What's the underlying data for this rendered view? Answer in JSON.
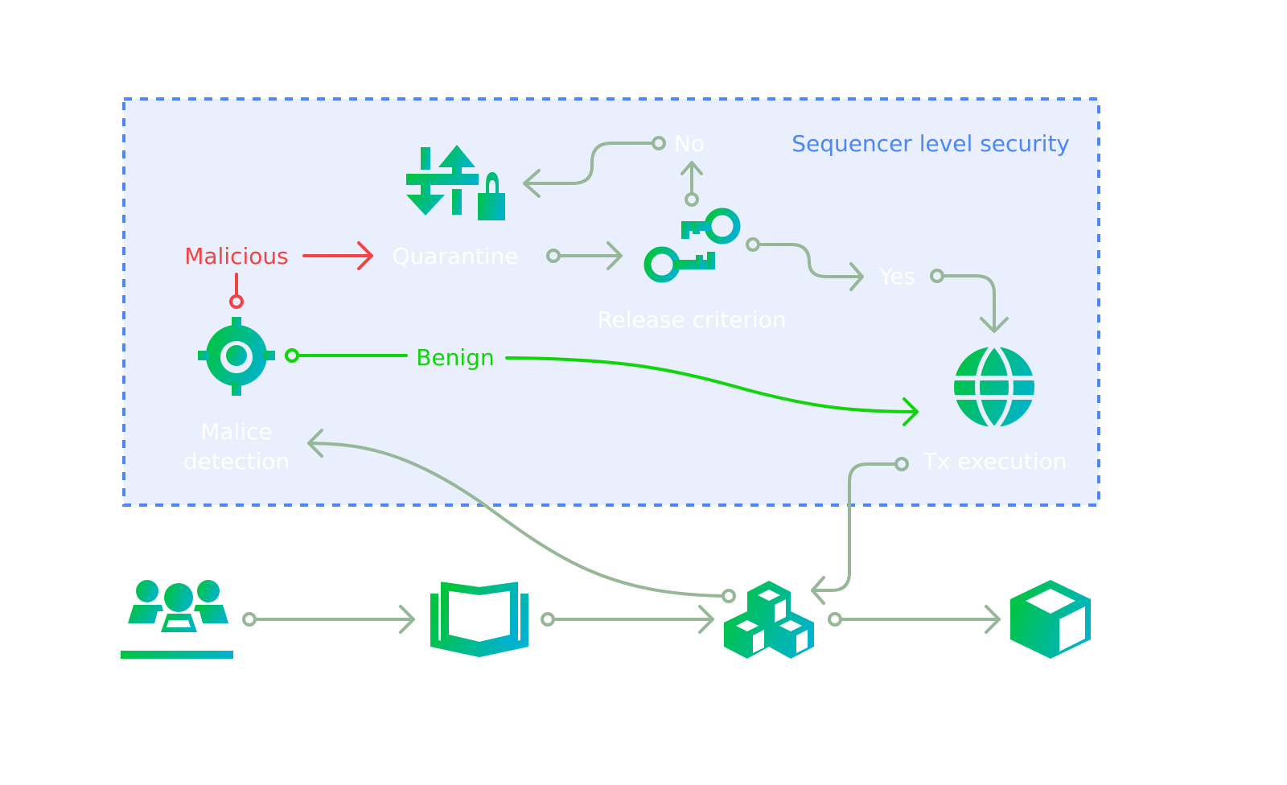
{
  "colors": {
    "region_fill": "#e9effc",
    "region_border": "#4d86f5",
    "connector": "#97b898",
    "malicious": "#f24444",
    "benign": "#12d40a",
    "icon_gradient_start": "#00c43f",
    "icon_gradient_end": "#00b2d1",
    "label_light": "#ffffff",
    "region_title": "#4d86f5"
  },
  "region": {
    "title": "Sequencer level security"
  },
  "nodes": {
    "quarantine": {
      "label": "Quarantine",
      "icon": "transfer-lock-icon"
    },
    "release_criterion": {
      "label": "Release criterion",
      "icon": "keys-icon"
    },
    "no": {
      "label": "No"
    },
    "yes": {
      "label": "Yes"
    },
    "malice_detection": {
      "label_line1": "Malice",
      "label_line2": "detection",
      "icon": "target-icon"
    },
    "tx_execution": {
      "label": "Tx execution",
      "icon": "globe-icon"
    },
    "users": {
      "icon": "users-icon"
    },
    "ledger": {
      "icon": "open-book-icon"
    },
    "blocks": {
      "icon": "stacked-cubes-icon"
    },
    "final_block": {
      "icon": "cube-icon"
    }
  },
  "edges": {
    "malicious": {
      "label": "Malicious"
    },
    "benign": {
      "label": "Benign"
    }
  }
}
